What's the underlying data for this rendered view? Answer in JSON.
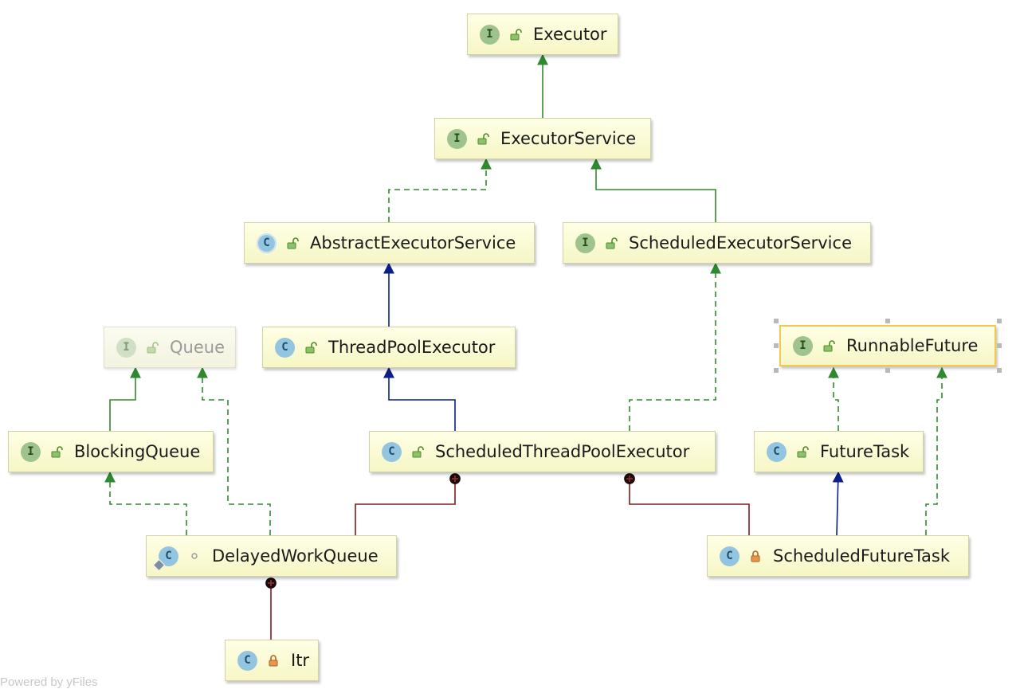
{
  "diagram": {
    "watermark": "Powered by yFiles",
    "colors": {
      "realization": "#2f8a2f",
      "inheritance": "#0b1f8a",
      "inner_class": "#7a1e1e",
      "selection": "#f2c94c"
    },
    "nodes": [
      {
        "id": "executor",
        "label": "Executor",
        "kind": "interface",
        "visibility": "public"
      },
      {
        "id": "executor-service",
        "label": "ExecutorService",
        "kind": "interface",
        "visibility": "public"
      },
      {
        "id": "abstract-executor-service",
        "label": "AbstractExecutorService",
        "kind": "abstract-class",
        "visibility": "public"
      },
      {
        "id": "scheduled-executor-service",
        "label": "ScheduledExecutorService",
        "kind": "interface",
        "visibility": "public"
      },
      {
        "id": "queue",
        "label": "Queue",
        "kind": "interface",
        "visibility": "public",
        "faded": true
      },
      {
        "id": "thread-pool-executor",
        "label": "ThreadPoolExecutor",
        "kind": "class",
        "visibility": "public"
      },
      {
        "id": "runnable-future",
        "label": "RunnableFuture",
        "kind": "interface",
        "visibility": "public",
        "selected": true
      },
      {
        "id": "blocking-queue",
        "label": "BlockingQueue",
        "kind": "interface",
        "visibility": "public"
      },
      {
        "id": "scheduled-thread-pool-executor",
        "label": "ScheduledThreadPoolExecutor",
        "kind": "class",
        "visibility": "public"
      },
      {
        "id": "future-task",
        "label": "FutureTask",
        "kind": "class",
        "visibility": "public"
      },
      {
        "id": "delayed-work-queue",
        "label": "DelayedWorkQueue",
        "kind": "class",
        "visibility": "package",
        "leak": true
      },
      {
        "id": "scheduled-future-task",
        "label": "ScheduledFutureTask",
        "kind": "class",
        "visibility": "private"
      },
      {
        "id": "itr",
        "label": "Itr",
        "kind": "class",
        "visibility": "private"
      }
    ],
    "edges": [
      {
        "from": "executor-service",
        "to": "executor",
        "type": "realization"
      },
      {
        "from": "abstract-executor-service",
        "to": "executor-service",
        "type": "implementation"
      },
      {
        "from": "scheduled-executor-service",
        "to": "executor-service",
        "type": "realization"
      },
      {
        "from": "thread-pool-executor",
        "to": "abstract-executor-service",
        "type": "inheritance"
      },
      {
        "from": "scheduled-thread-pool-executor",
        "to": "thread-pool-executor",
        "type": "inheritance"
      },
      {
        "from": "scheduled-thread-pool-executor",
        "to": "scheduled-executor-service",
        "type": "implementation"
      },
      {
        "from": "blocking-queue",
        "to": "queue",
        "type": "realization"
      },
      {
        "from": "delayed-work-queue",
        "to": "blocking-queue",
        "type": "implementation"
      },
      {
        "from": "delayed-work-queue",
        "to": "queue",
        "type": "implementation"
      },
      {
        "from": "delayed-work-queue",
        "to": "scheduled-thread-pool-executor",
        "type": "inner"
      },
      {
        "from": "scheduled-future-task",
        "to": "scheduled-thread-pool-executor",
        "type": "inner"
      },
      {
        "from": "future-task",
        "to": "runnable-future",
        "type": "implementation"
      },
      {
        "from": "scheduled-future-task",
        "to": "future-task",
        "type": "inheritance"
      },
      {
        "from": "scheduled-future-task",
        "to": "runnable-future",
        "type": "implementation"
      },
      {
        "from": "itr",
        "to": "delayed-work-queue",
        "type": "inner"
      }
    ]
  }
}
